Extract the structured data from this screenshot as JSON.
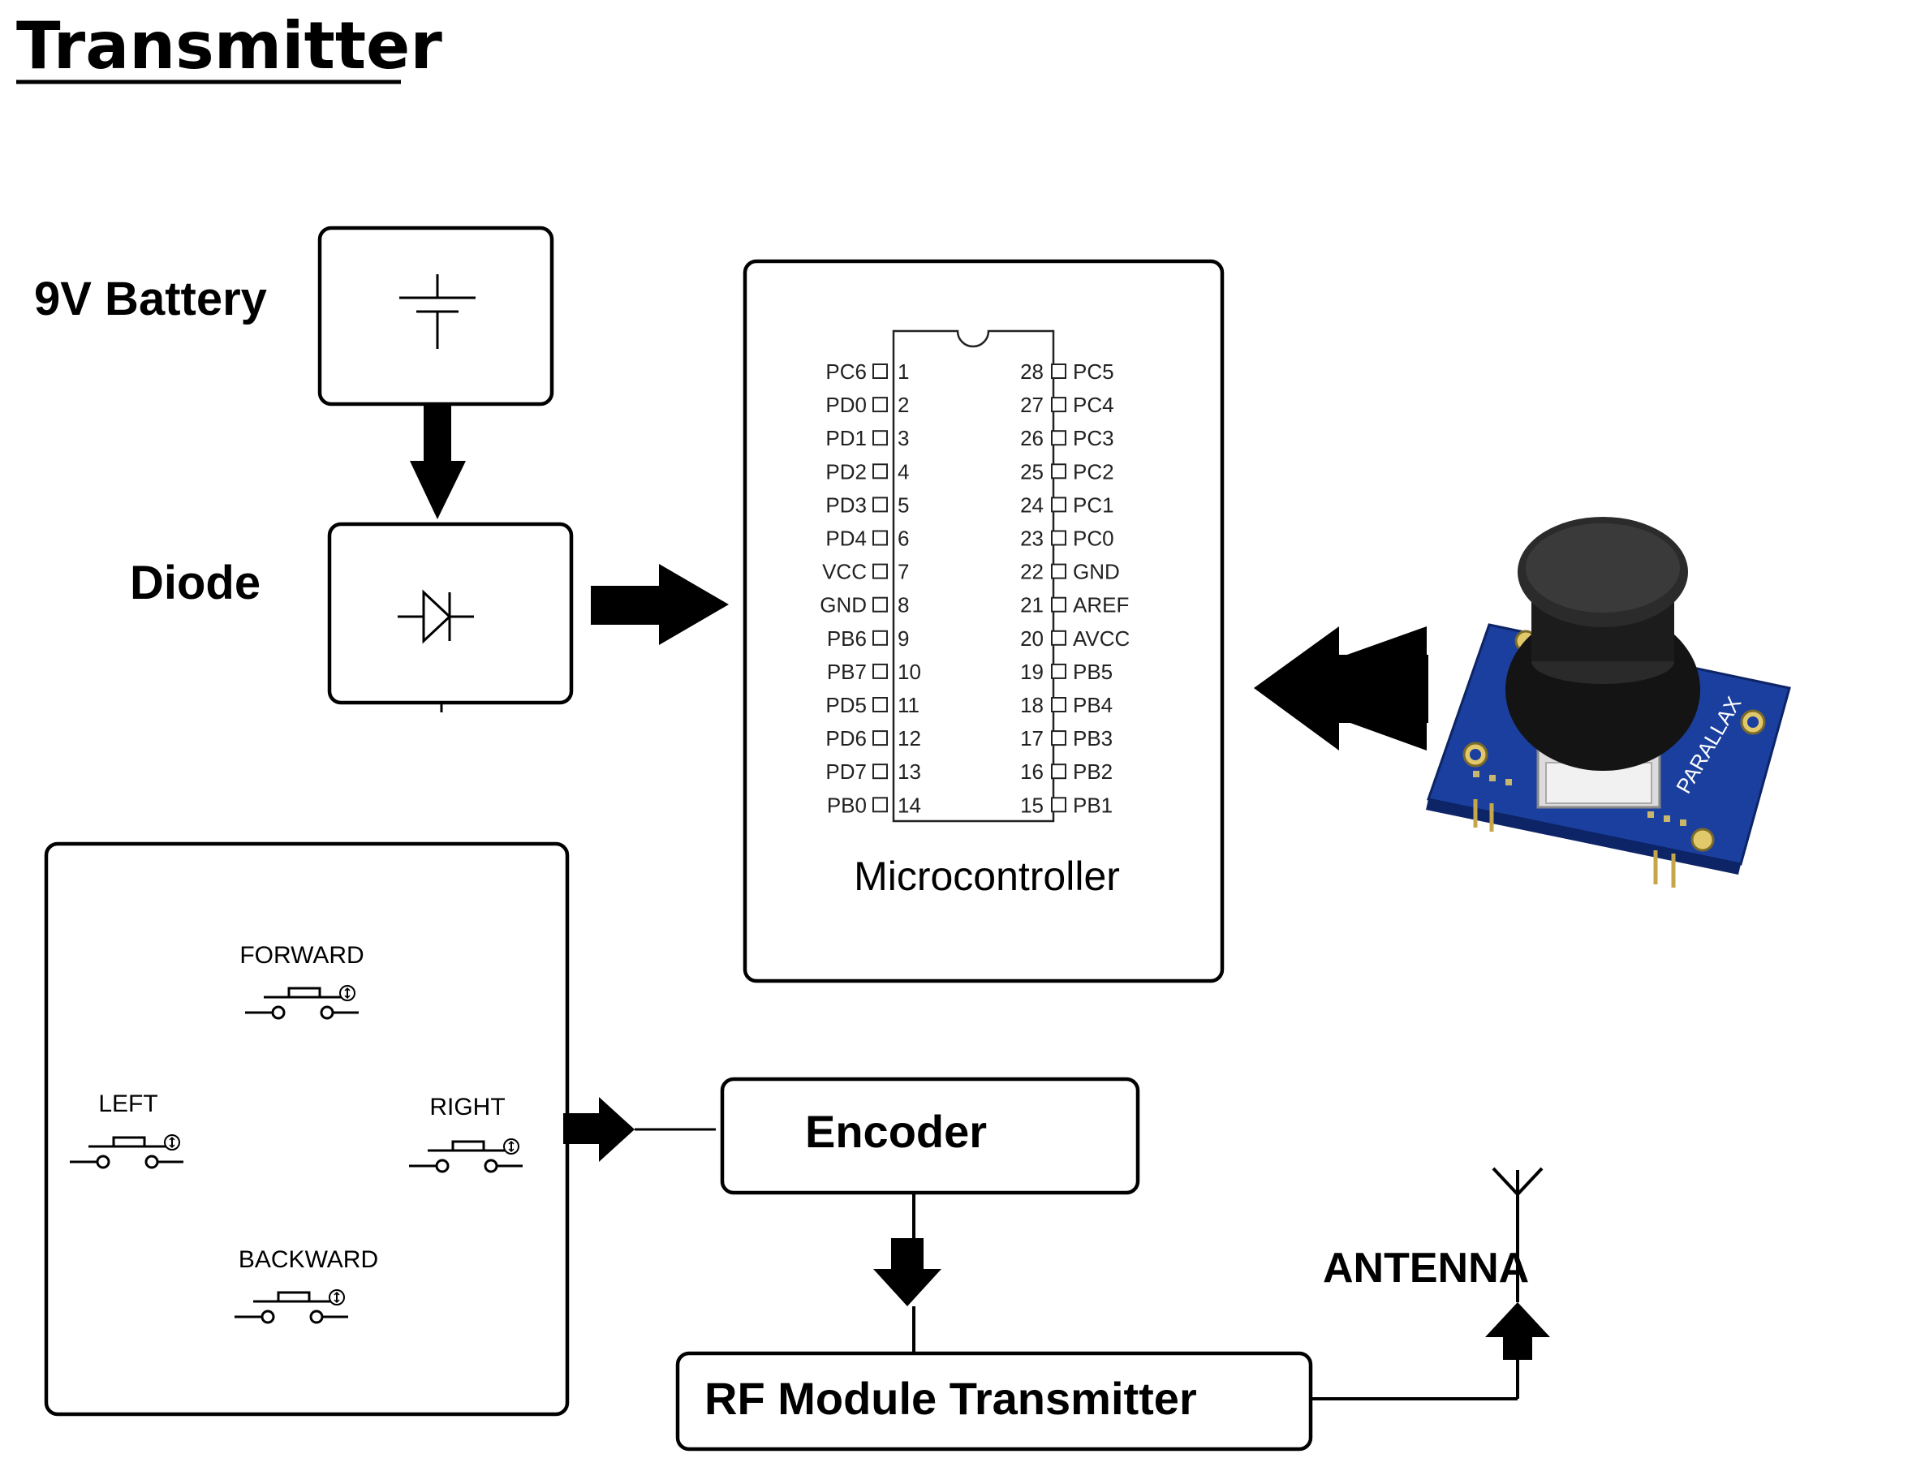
{
  "title": "Transmitter",
  "battery": {
    "label": "9V Battery"
  },
  "diode": {
    "label": "Diode"
  },
  "microcontroller": {
    "label": "Microcontroller",
    "pins_left": [
      {
        "num": "1",
        "name": "PC6"
      },
      {
        "num": "2",
        "name": "PD0"
      },
      {
        "num": "3",
        "name": "PD1"
      },
      {
        "num": "4",
        "name": "PD2"
      },
      {
        "num": "5",
        "name": "PD3"
      },
      {
        "num": "6",
        "name": "PD4"
      },
      {
        "num": "7",
        "name": "VCC"
      },
      {
        "num": "8",
        "name": "GND"
      },
      {
        "num": "9",
        "name": "PB6"
      },
      {
        "num": "10",
        "name": "PB7"
      },
      {
        "num": "11",
        "name": "PD5"
      },
      {
        "num": "12",
        "name": "PD6"
      },
      {
        "num": "13",
        "name": "PD7"
      },
      {
        "num": "14",
        "name": "PB0"
      }
    ],
    "pins_right": [
      {
        "num": "28",
        "name": "PC5"
      },
      {
        "num": "27",
        "name": "PC4"
      },
      {
        "num": "26",
        "name": "PC3"
      },
      {
        "num": "25",
        "name": "PC2"
      },
      {
        "num": "24",
        "name": "PC1"
      },
      {
        "num": "23",
        "name": "PC0"
      },
      {
        "num": "22",
        "name": "GND"
      },
      {
        "num": "21",
        "name": "AREF"
      },
      {
        "num": "20",
        "name": "AVCC"
      },
      {
        "num": "19",
        "name": "PB5"
      },
      {
        "num": "18",
        "name": "PB4"
      },
      {
        "num": "17",
        "name": "PB3"
      },
      {
        "num": "16",
        "name": "PB2"
      },
      {
        "num": "15",
        "name": "PB1"
      }
    ]
  },
  "joystick": {
    "board_text": "PARALLAX",
    "icon": "joystick-module"
  },
  "buttons": {
    "forward": "FORWARD",
    "left": "LEFT",
    "right": "RIGHT",
    "backward": "BACKWARD"
  },
  "encoder": {
    "label": "Encoder"
  },
  "rf_module": {
    "label": "RF Module Transmitter"
  },
  "antenna": {
    "label": "ANTENNA"
  },
  "colors": {
    "ink": "#000000",
    "board_blue": "#1b3f9e",
    "joystick_cap": "#1c1c1c"
  }
}
